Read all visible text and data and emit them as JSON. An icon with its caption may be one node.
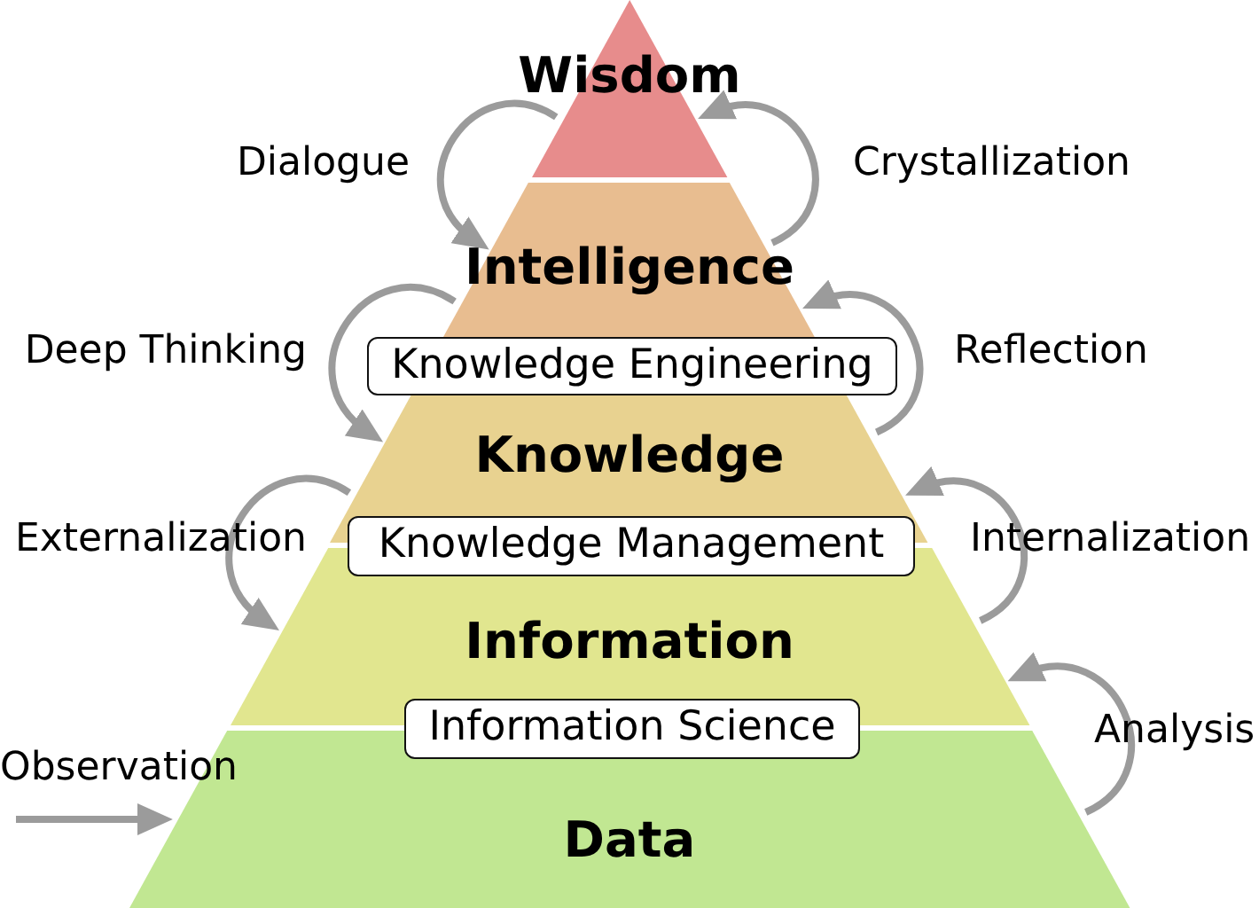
{
  "diagram": {
    "nodes": [
      {
        "text": [
          "Wisdom"
        ]
      },
      {
        "text": [
          "Intelligence"
        ]
      },
      {
        "text": [
          "Knowledge Engineering"
        ]
      },
      {
        "text": [
          "Knowledge"
        ]
      },
      {
        "text": [
          "Knowledge Management"
        ]
      },
      {
        "text": [
          "Information"
        ]
      },
      {
        "text": [
          "Information Science"
        ]
      },
      {
        "text": [
          "Data"
        ]
      }
    ],
    "edges": [
      {
        "from": 0,
        "to": 1,
        "arrow": "to",
        "label": "Dialogue"
      },
      {
        "from": 1,
        "to": 0,
        "arrow": "to",
        "label": "Crystallization"
      },
      {
        "from": 1,
        "to": 3,
        "arrow": "to",
        "label": "Deep Thinking"
      },
      {
        "from": 3,
        "to": 1,
        "arrow": "to",
        "label": "Reflection"
      },
      {
        "from": 3,
        "to": 5,
        "arrow": "to",
        "label": "Externalization"
      },
      {
        "from": 5,
        "to": 3,
        "arrow": "to",
        "label": "Internalization"
      },
      {
        "from": 7,
        "to": 5,
        "arrow": "to",
        "label": "Analysis"
      },
      {
        "from": null,
        "to": 7,
        "arrow": "to",
        "label": "Observation"
      }
    ]
  }
}
